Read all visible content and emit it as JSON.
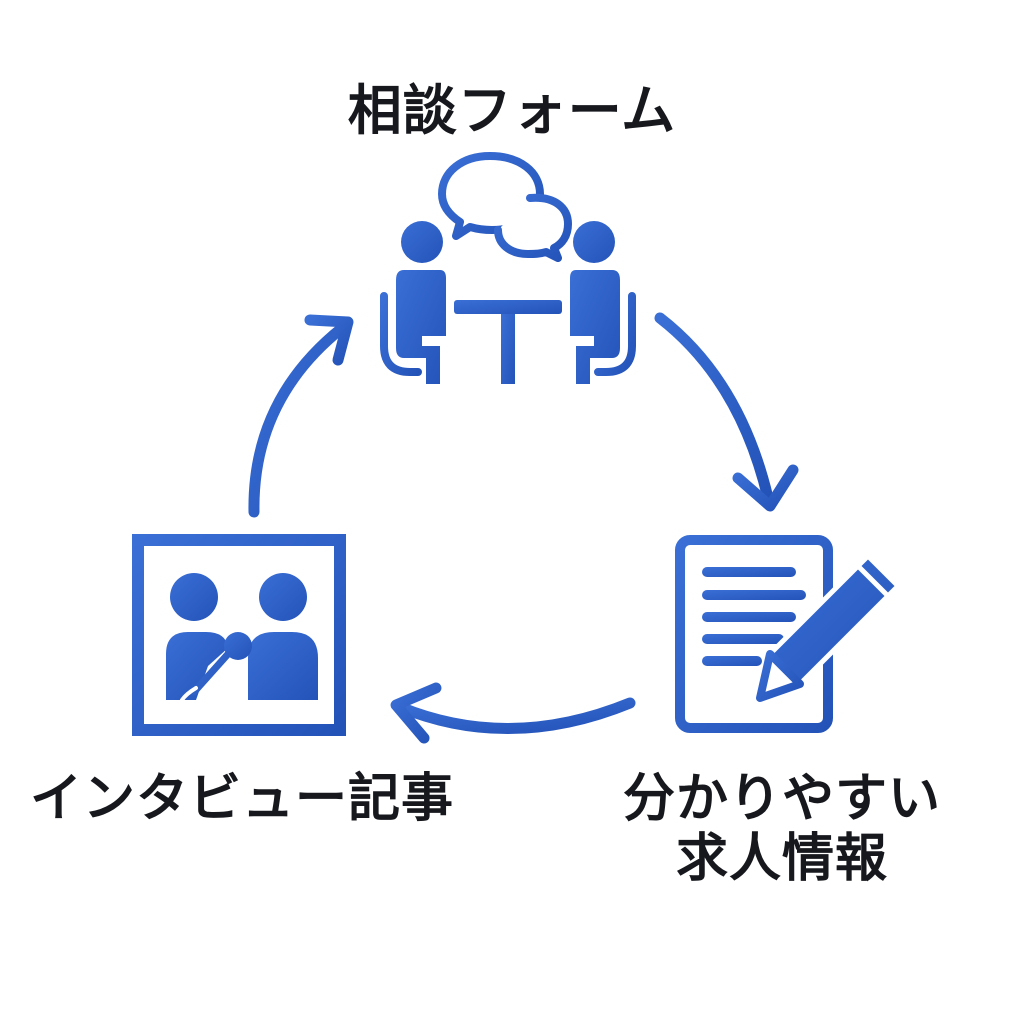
{
  "diagram": {
    "accent_color": "#2f5fc4",
    "text_color": "#16181d",
    "nodes": {
      "consultation": {
        "label": "相談フォーム",
        "icon": "meeting-consultation-icon"
      },
      "job_info": {
        "label_line1": "分かりやすい",
        "label_line2": "求人情報",
        "icon": "document-pencil-icon"
      },
      "interview": {
        "label": "インタビュー記事",
        "icon": "interview-frame-icon"
      }
    },
    "flow": [
      "consultation",
      "job_info",
      "interview",
      "consultation"
    ]
  }
}
